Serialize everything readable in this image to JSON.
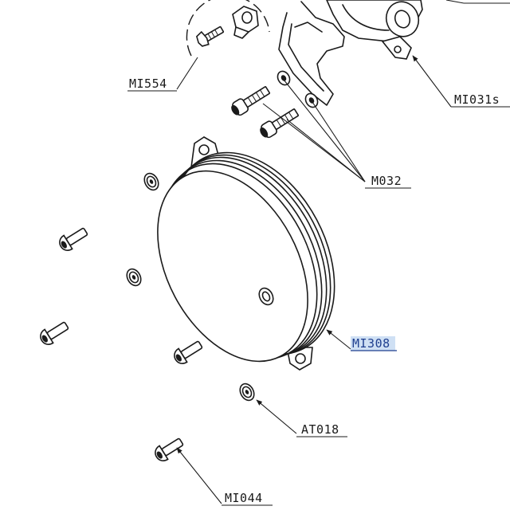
{
  "diagram": {
    "labels": {
      "mi554": "MI554",
      "mi031s": "MI031s",
      "m032": "M032",
      "mi308": "MI308",
      "at018": "AT018",
      "mi044": "MI044"
    },
    "accent_color": "#1f3f8f",
    "highlight_color": "#cfe0f4"
  }
}
